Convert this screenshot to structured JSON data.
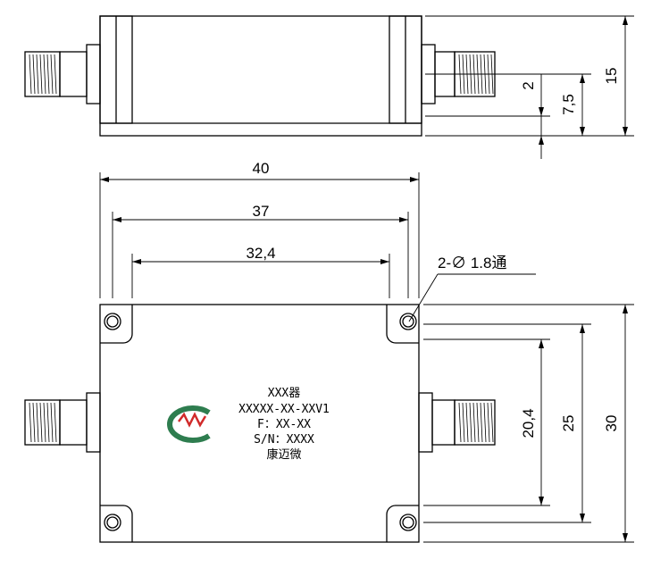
{
  "dimensions": {
    "top_width_40": "40",
    "top_width_37": "37",
    "top_width_32_4": "32,4",
    "hole_note": "2-∅ 1.8通",
    "side_2": "2",
    "side_7_5": "7,5",
    "side_15": "15",
    "right_20_4": "20,4",
    "right_25": "25",
    "right_30": "30"
  },
  "label": {
    "line1": "XXX器",
    "line2": "XXXXX-XX-XXV1",
    "line3": "F：XX-XX",
    "line4": "S/N：XXXX",
    "line5": "康迈微"
  },
  "colors": {
    "logo_green": "#2e7d4f",
    "logo_red": "#d12a2a"
  }
}
